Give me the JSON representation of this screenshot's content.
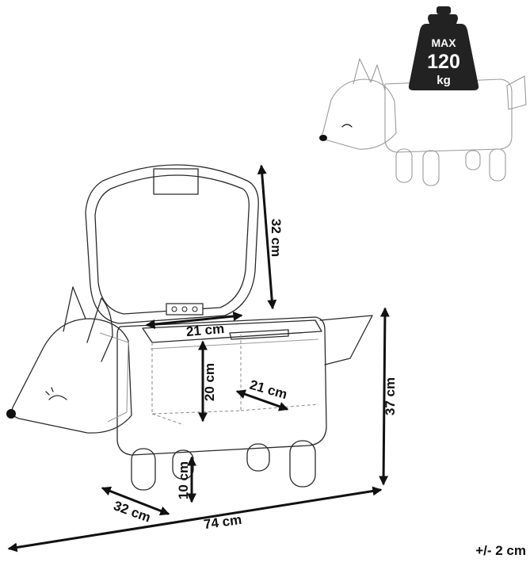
{
  "weight_badge": {
    "line1": "MAX",
    "line2": "120",
    "line3": "kg"
  },
  "dimensions": {
    "lid_height": "32 cm",
    "storage_width": "21 cm",
    "storage_height": "20 cm",
    "storage_depth": "21 cm",
    "total_height": "37 cm",
    "leg_height": "10 cm",
    "depth": "32 cm",
    "length": "74 cm"
  },
  "tolerance": "+/- 2 cm"
}
